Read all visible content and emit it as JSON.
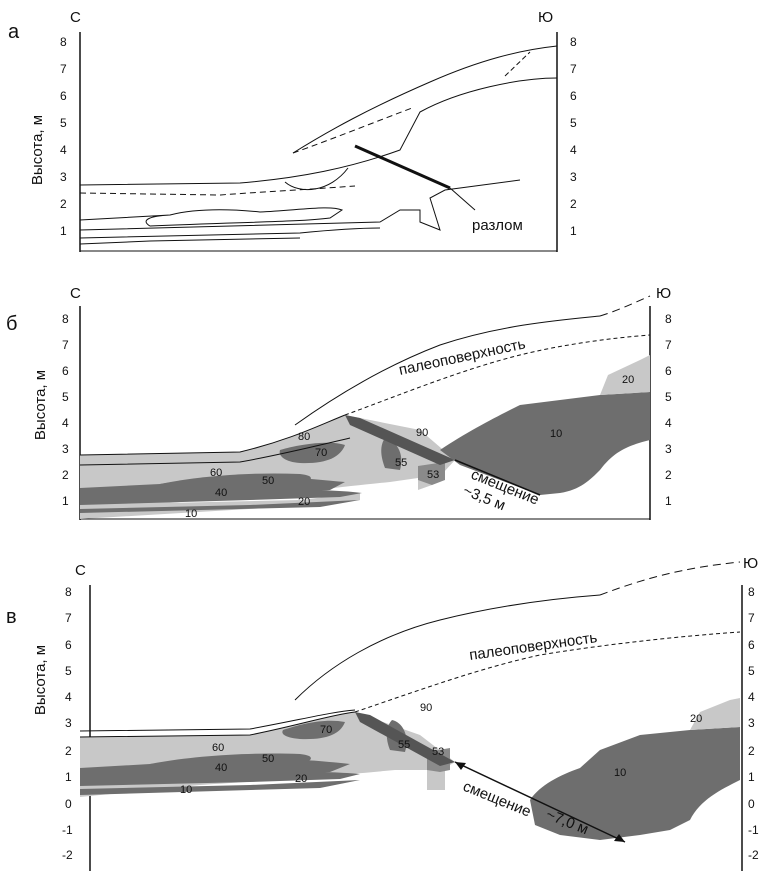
{
  "panels": [
    {
      "label": "а",
      "north": "С",
      "south": "Ю",
      "ylabel": "Высота, м",
      "ticks_left": [
        "1",
        "2",
        "3",
        "4",
        "5",
        "6",
        "7",
        "8"
      ],
      "ticks_right": [
        "1",
        "2",
        "3",
        "4",
        "5",
        "6",
        "7",
        "8"
      ],
      "annotations": [
        "разлом"
      ]
    },
    {
      "label": "б",
      "north": "С",
      "south": "Ю",
      "ylabel": "Высота, м",
      "ticks_left": [
        "1",
        "2",
        "3",
        "4",
        "5",
        "6",
        "7",
        "8"
      ],
      "ticks_right": [
        "1",
        "2",
        "3",
        "4",
        "5",
        "6",
        "7",
        "8"
      ],
      "annotations": [
        "палеоповерхность",
        "смещение",
        "~3,5 м"
      ],
      "units": [
        "10",
        "20",
        "40",
        "50",
        "53",
        "55",
        "60",
        "70",
        "80",
        "90",
        "10",
        "20"
      ]
    },
    {
      "label": "в",
      "north": "С",
      "south": "Ю",
      "ylabel": "Высота, м",
      "ticks_left": [
        "-2",
        "-1",
        "0",
        "1",
        "2",
        "3",
        "4",
        "5",
        "6",
        "7",
        "8"
      ],
      "ticks_right": [
        "-2",
        "-1",
        "0",
        "1",
        "2",
        "3",
        "4",
        "5",
        "6",
        "7",
        "8"
      ],
      "annotations": [
        "палеоповерхность",
        "смещение",
        "~7,0 м"
      ],
      "units": [
        "10",
        "20",
        "40",
        "50",
        "53",
        "55",
        "60",
        "70",
        "90",
        "10",
        "20"
      ]
    }
  ],
  "colors": {
    "light_unit": "#c8c8c8",
    "dark_unit": "#6e6e6e",
    "mid_unit": "#8a8a8a",
    "line": "#111111"
  }
}
